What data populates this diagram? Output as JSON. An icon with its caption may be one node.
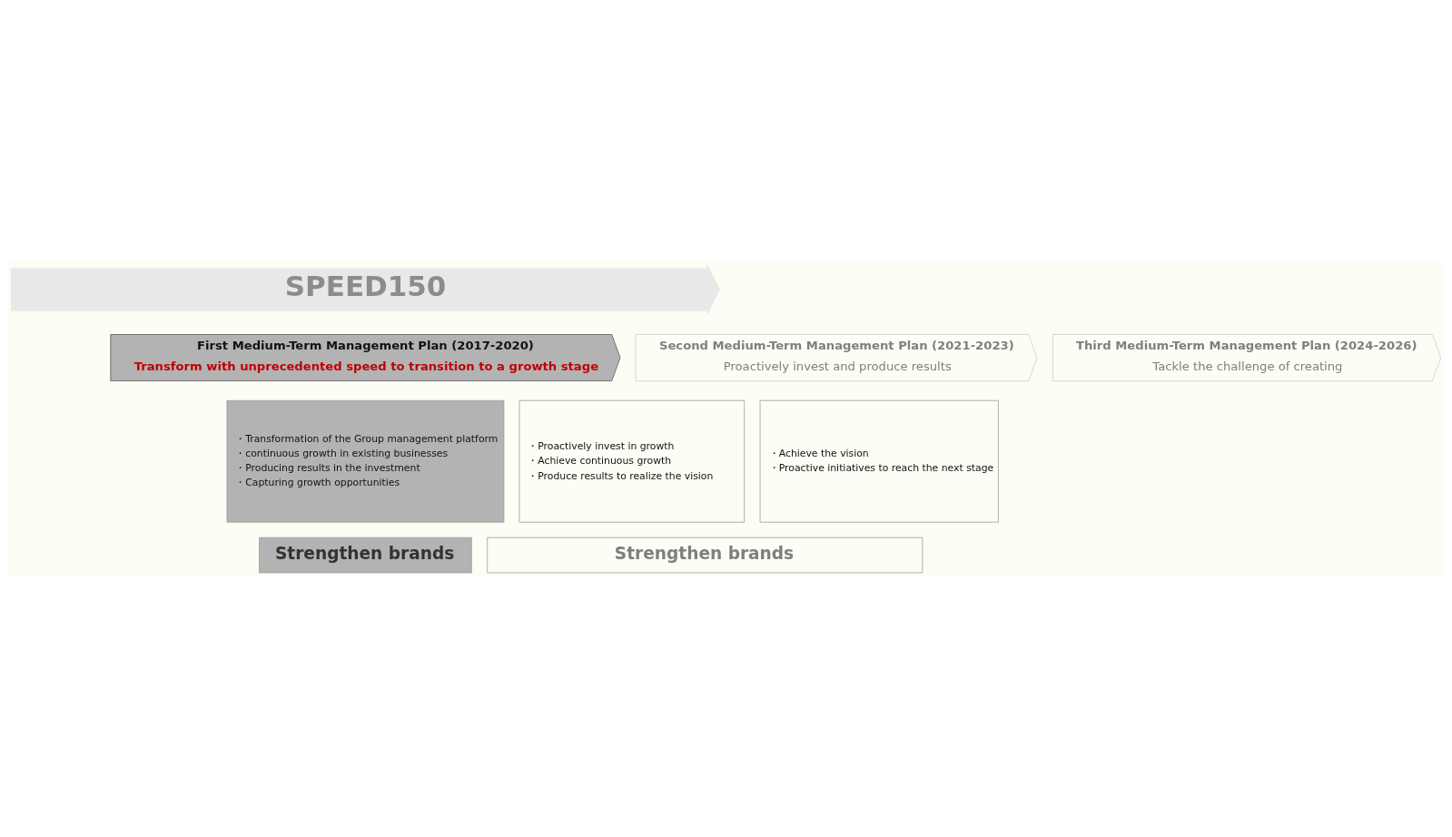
{
  "diagram": {
    "nodes": [
      {
        "text": [
          "SPEED150"
        ]
      },
      {
        "text": [
          "First Medium-Term Management Plan (2017-2020)",
          "Transform with unprecedented speed to transition to a growth stage"
        ]
      },
      {
        "text": [
          "Second Medium-Term Management Plan (2021-2023)",
          "Proactively invest and produce results"
        ]
      },
      {
        "text": [
          "Third Medium-Term Management Plan (2024-2026)",
          "Tackle the challenge of creating"
        ]
      },
      {
        "text": [
          "・Transformation of the Group management platform",
          "・continuous growth in existing businesses",
          "・Producing results in the investment",
          "・Capturing growth opportunities"
        ]
      },
      {
        "text": [
          "・Proactively invest in growth",
          "・Achieve continuous growth",
          "・Produce results to realize the vision"
        ]
      },
      {
        "text": [
          "・Achieve the vision",
          "・Proactive initiatives to reach the next stage"
        ]
      },
      {
        "text": [
          "Strengthen brands"
        ]
      },
      {
        "text": [
          "Strengthen brands"
        ]
      }
    ],
    "edges": []
  }
}
